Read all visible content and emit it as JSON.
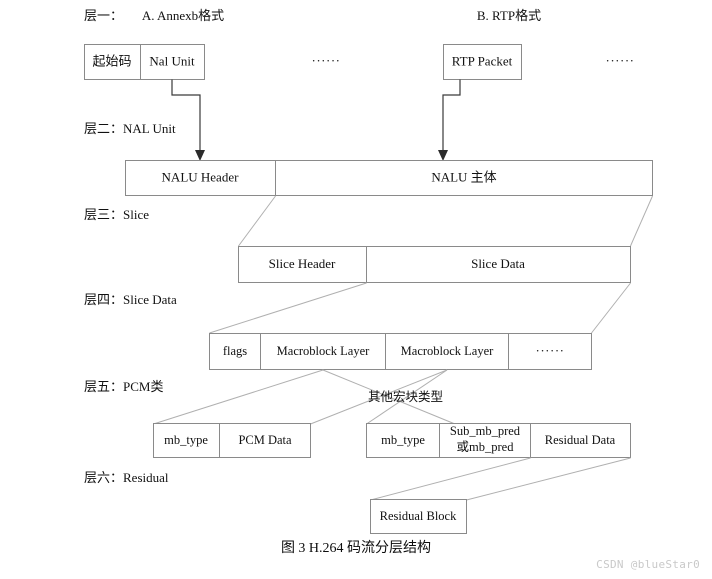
{
  "figure": {
    "caption": "图 3 H.264 码流分层结构",
    "watermark": "CSDN @blueStar0",
    "ellipsis": "······"
  },
  "layers": [
    {
      "key": "layer1",
      "label": "层一："
    },
    {
      "key": "layer2",
      "label": "层二：NAL Unit"
    },
    {
      "key": "layer3",
      "label": "层三：Slice"
    },
    {
      "key": "layer4",
      "label": "层四：Slice Data"
    },
    {
      "key": "layer5",
      "label": "层五：PCM类"
    },
    {
      "key": "layer6",
      "label": "层六：Residual"
    }
  ],
  "headings": {
    "annexb": "A. Annexb格式",
    "rtp": "B. RTP格式",
    "other_mb_types": "其他宏块类型"
  },
  "layer1": {
    "annexb_boxes": [
      {
        "label": "起始码"
      },
      {
        "label": "Nal Unit"
      }
    ],
    "rtp_boxes": [
      {
        "label": "RTP Packet"
      }
    ],
    "annexb_ellipsis": "······",
    "rtp_ellipsis": "······"
  },
  "layer2": {
    "boxes": [
      {
        "label": "NALU Header"
      },
      {
        "label": "NALU 主体"
      }
    ]
  },
  "layer3": {
    "boxes": [
      {
        "label": "Slice Header"
      },
      {
        "label": "Slice Data"
      }
    ]
  },
  "layer4": {
    "boxes": [
      {
        "label": "flags"
      },
      {
        "label": "Macroblock Layer"
      },
      {
        "label": "Macroblock Layer"
      },
      {
        "label": "······"
      }
    ]
  },
  "layer5": {
    "pcm_boxes": [
      {
        "label": "mb_type"
      },
      {
        "label": "PCM Data"
      }
    ],
    "other_boxes": [
      {
        "label": "mb_type"
      },
      {
        "label_line1": "Sub_mb_pred",
        "label_line2": "或mb_pred"
      },
      {
        "label": "Residual Data"
      }
    ]
  },
  "layer6": {
    "boxes": [
      {
        "label": "Residual Block"
      }
    ]
  },
  "colors": {
    "box_stroke": "#8a8a8a",
    "connector": "#b0b0b0",
    "arrow": "#3a3a3a",
    "text": "#111111",
    "background": "#ffffff",
    "watermark": "#c9c9c9"
  }
}
